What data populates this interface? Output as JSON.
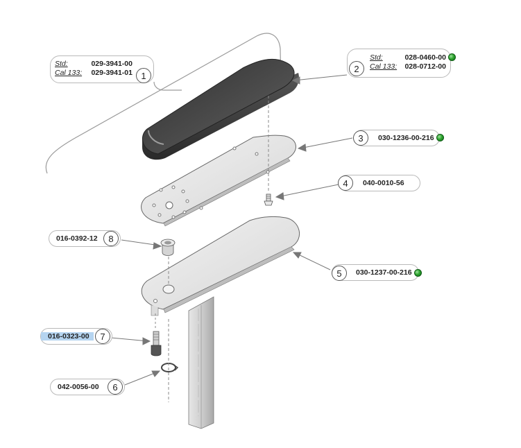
{
  "callouts": {
    "c1": {
      "number": "1",
      "std_label": "Std:",
      "std_value": "029-3941-00",
      "cal_label": "Cal 133:",
      "cal_value": "029-3941-01"
    },
    "c2": {
      "number": "2",
      "std_label": "Std:",
      "std_value": "028-0460-00",
      "cal_label": "Cal 133:",
      "cal_value": "028-0712-00"
    },
    "c3": {
      "number": "3",
      "part": "030-1236-00-216"
    },
    "c4": {
      "number": "4",
      "part": "040-0010-56"
    },
    "c5": {
      "number": "5",
      "part": "030-1237-00-216"
    },
    "c6": {
      "number": "6",
      "part": "042-0056-00"
    },
    "c7": {
      "number": "7",
      "part": "016-0323-00"
    },
    "c8": {
      "number": "8",
      "part": "016-0392-12"
    }
  },
  "colors": {
    "indicator": "#2fa52f",
    "selection_highlight": "#b5d4f0",
    "pad_dark": "#4a4a4a"
  },
  "icons": [
    "green-status-dot-icon"
  ]
}
